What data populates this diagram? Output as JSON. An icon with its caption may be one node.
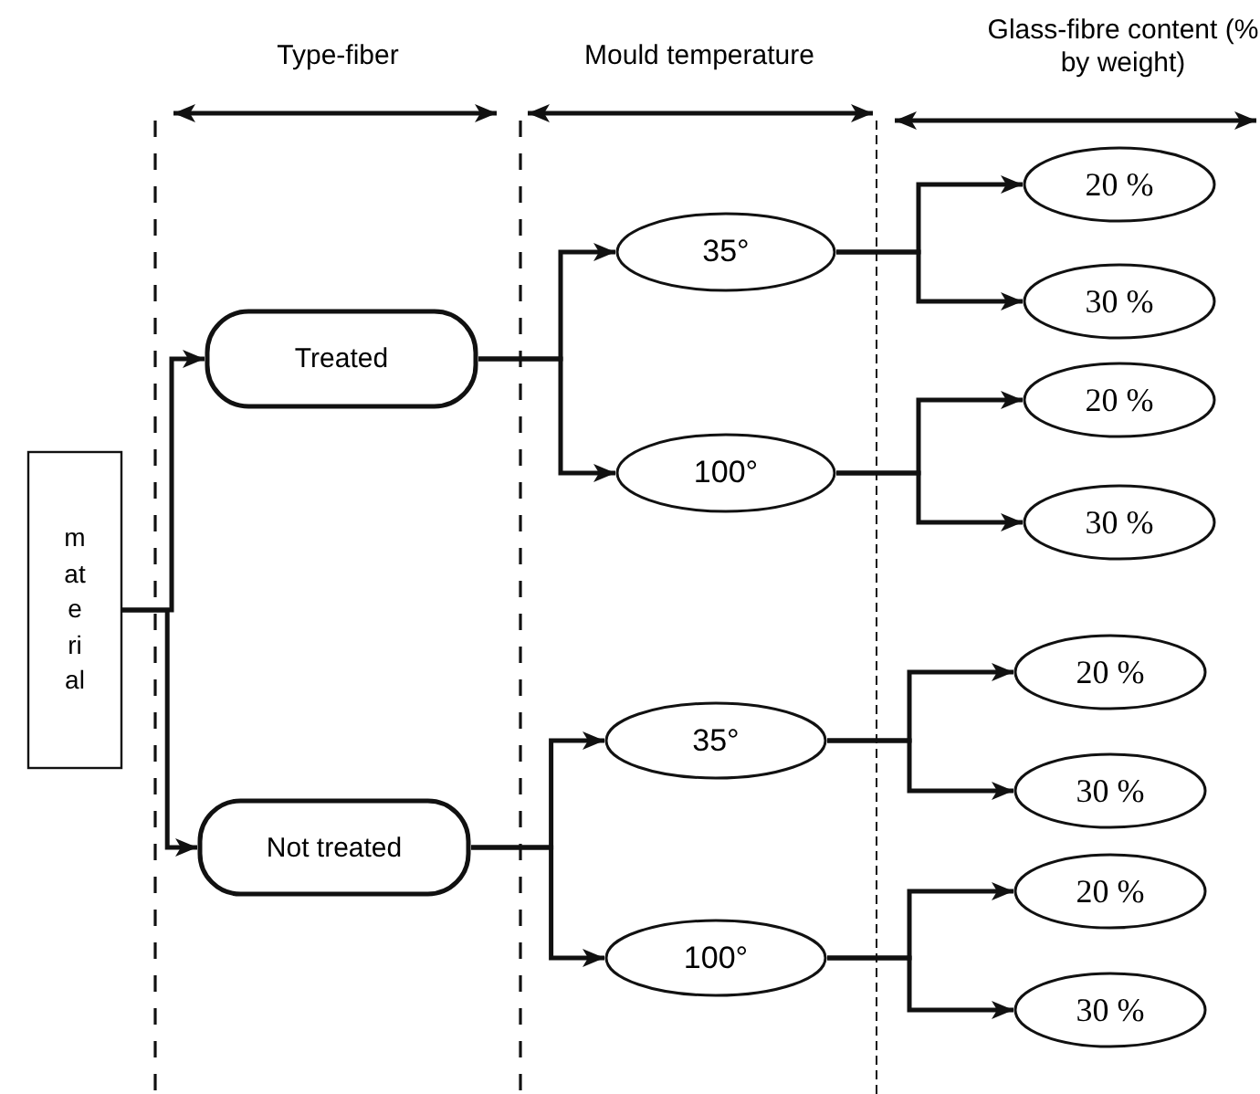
{
  "diagram": {
    "nodes": [
      {
        "text": [
          "material"
        ]
      },
      {
        "text": [
          "Treated"
        ]
      },
      {
        "text": [
          "Not treated"
        ]
      },
      {
        "text": [
          "35°"
        ]
      },
      {
        "text": [
          "100°"
        ]
      },
      {
        "text": [
          "35°"
        ]
      },
      {
        "text": [
          "100°"
        ]
      },
      {
        "text": [
          "20 %"
        ]
      },
      {
        "text": [
          "30 %"
        ]
      },
      {
        "text": [
          "20 %"
        ]
      },
      {
        "text": [
          "30 %"
        ]
      },
      {
        "text": [
          "20 %"
        ]
      },
      {
        "text": [
          "30 %"
        ]
      },
      {
        "text": [
          "20 %"
        ]
      },
      {
        "text": [
          "30 %"
        ]
      }
    ],
    "edges": [
      {
        "from": 0,
        "to": 1,
        "arrow": "to"
      },
      {
        "from": 0,
        "to": 2,
        "arrow": "to"
      },
      {
        "from": 1,
        "to": 3,
        "arrow": "to"
      },
      {
        "from": 1,
        "to": 4,
        "arrow": "to"
      },
      {
        "from": 2,
        "to": 5,
        "arrow": "to"
      },
      {
        "from": 2,
        "to": 6,
        "arrow": "to"
      },
      {
        "from": 3,
        "to": 7,
        "arrow": "to"
      },
      {
        "from": 3,
        "to": 8,
        "arrow": "to"
      },
      {
        "from": 4,
        "to": 9,
        "arrow": "to"
      },
      {
        "from": 4,
        "to": 10,
        "arrow": "to"
      },
      {
        "from": 5,
        "to": 11,
        "arrow": "to"
      },
      {
        "from": 5,
        "to": 12,
        "arrow": "to"
      },
      {
        "from": 6,
        "to": 13,
        "arrow": "to"
      },
      {
        "from": 6,
        "to": 14,
        "arrow": "to"
      }
    ],
    "labels": [
      "Type-fiber",
      "Mould temperature",
      "Glass-fibre content (% by weight)"
    ]
  }
}
